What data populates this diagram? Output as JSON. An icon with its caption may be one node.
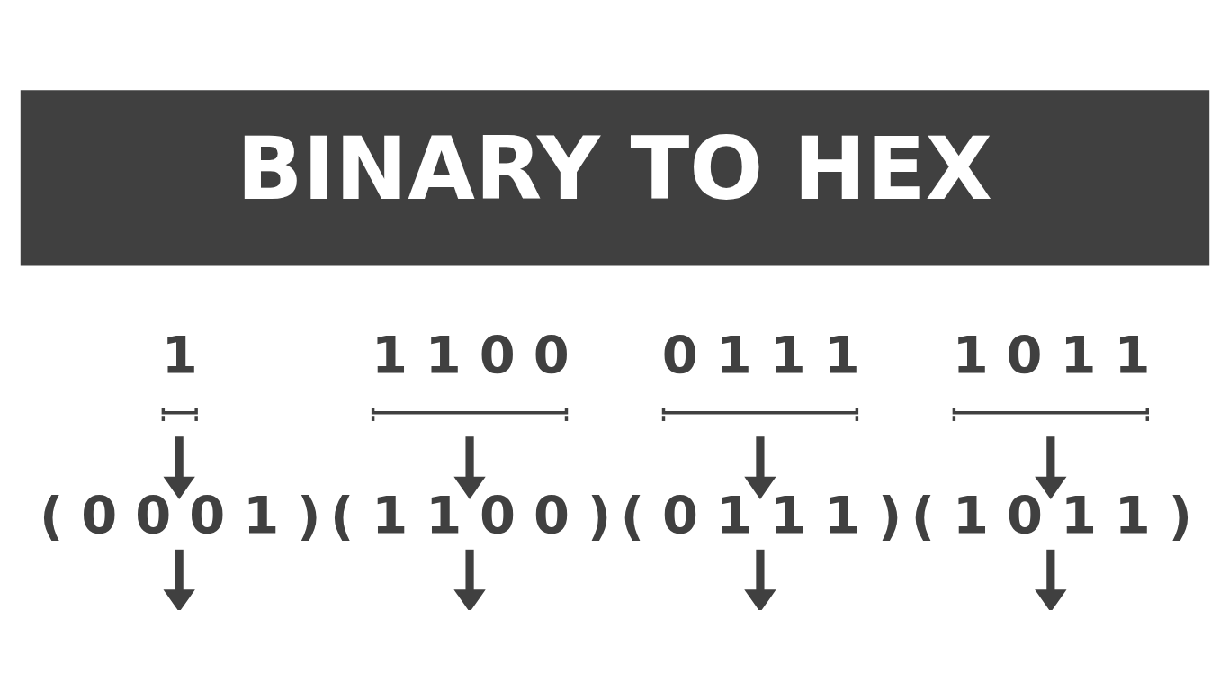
{
  "diagram": {
    "title": "BINARY TO HEX",
    "nodes": [
      {
        "text": [
          "1"
        ]
      },
      {
        "text": [
          "1 1 0 0"
        ]
      },
      {
        "text": [
          "0 1 1 1"
        ]
      },
      {
        "text": [
          "1 0 1 1"
        ]
      },
      {
        "text": [
          "( 0 0 0 1 )"
        ]
      },
      {
        "text": [
          "( 1 1 0 0 )"
        ]
      },
      {
        "text": [
          "( 0 1 1 1 )"
        ]
      },
      {
        "text": [
          "( 1 0 1 1 )"
        ]
      }
    ],
    "edges": [
      {
        "from": 0,
        "to": 4,
        "arrow": "to"
      },
      {
        "from": 1,
        "to": 5,
        "arrow": "to"
      },
      {
        "from": 2,
        "to": 6,
        "arrow": "to"
      },
      {
        "from": 3,
        "to": 7,
        "arrow": "to"
      },
      {
        "from": 4,
        "to": null,
        "arrow": "to"
      },
      {
        "from": 5,
        "to": null,
        "arrow": "to"
      },
      {
        "from": 6,
        "to": null,
        "arrow": "to"
      },
      {
        "from": 7,
        "to": null,
        "arrow": "to"
      }
    ]
  }
}
